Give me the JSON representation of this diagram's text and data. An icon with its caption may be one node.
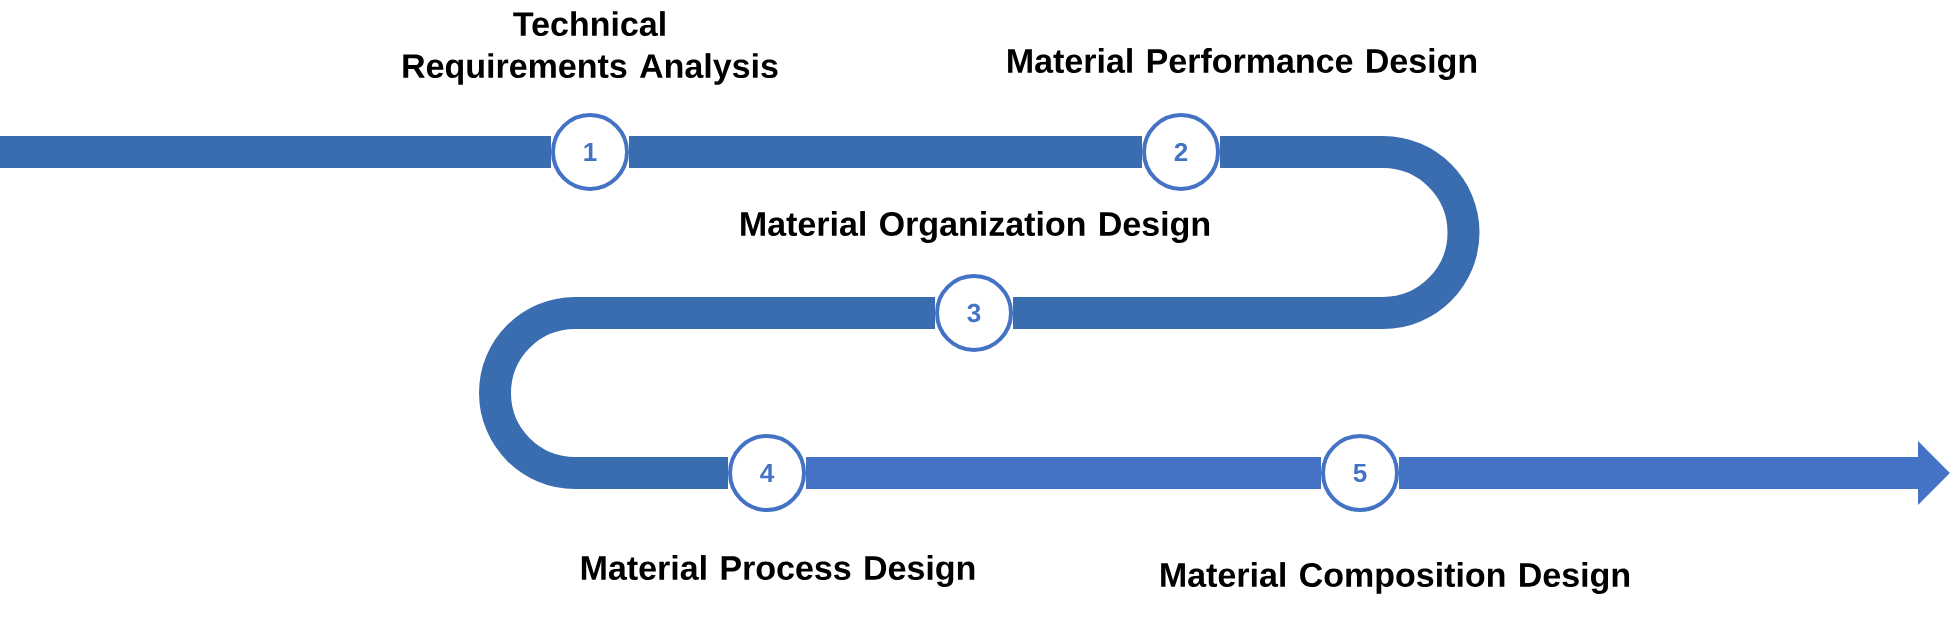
{
  "diagram": {
    "nodes": [
      {
        "text": [
          "1"
        ],
        "beside": [
          "Technical Requirements Analysis"
        ]
      },
      {
        "text": [
          "2"
        ],
        "beside": [
          "Material Performance Design"
        ]
      },
      {
        "text": [
          "3"
        ],
        "beside": [
          "Material Organization Design"
        ]
      },
      {
        "text": [
          "4"
        ],
        "beside": [
          "Material Process Design"
        ]
      },
      {
        "text": [
          "5"
        ],
        "beside": [
          "Material Composition Design"
        ]
      }
    ],
    "edges": [
      {
        "from": null,
        "to": 0,
        "arrow": "none"
      },
      {
        "from": 0,
        "to": 1,
        "arrow": "none"
      },
      {
        "from": 1,
        "to": 2,
        "arrow": "none"
      },
      {
        "from": 2,
        "to": 3,
        "arrow": "none"
      },
      {
        "from": 3,
        "to": 4,
        "arrow": "none",
        "color": "#4472c4"
      },
      {
        "from": 4,
        "to": null,
        "arrow": "to",
        "color": "#4472c4"
      }
    ]
  }
}
